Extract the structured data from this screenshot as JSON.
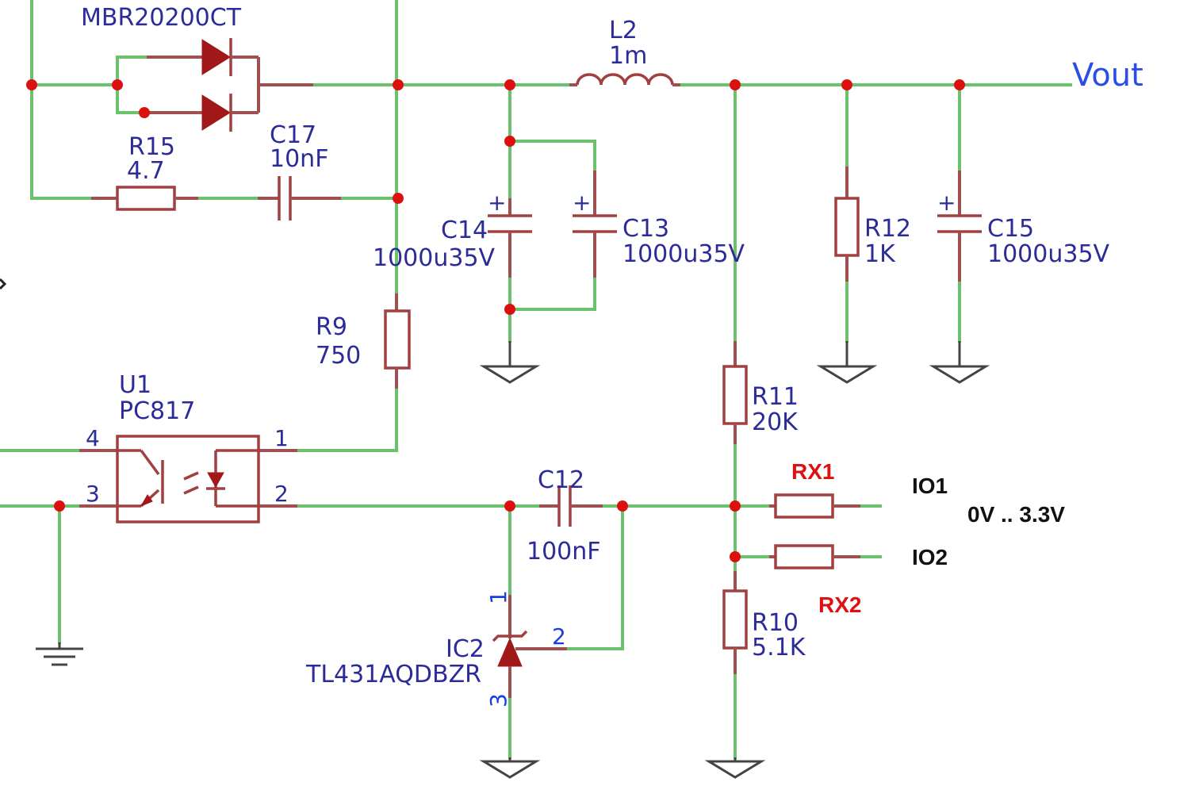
{
  "labels": {
    "d1": "MBR20200CT",
    "l2_name": "L2",
    "l2_value": "1m",
    "vout": "Vout",
    "r15_name": "R15",
    "r15_value": "4.7",
    "c17_name": "C17",
    "c17_value": "10nF",
    "c14_name": "C14",
    "c14_value": "1000u35V",
    "c13_name": "C13",
    "c13_value": "1000u35V",
    "r12_name": "R12",
    "r12_value": "1K",
    "c15_name": "C15",
    "c15_value": "1000u35V",
    "r9_name": "R9",
    "r9_value": "750",
    "u1_name": "U1",
    "u1_value": "PC817",
    "r11_name": "R11",
    "r11_value": "20K",
    "c12_name": "C12",
    "c12_value": "100nF",
    "ic2_name": "IC2",
    "ic2_value": "TL431AQDBZR",
    "r10_name": "R10",
    "r10_value": "5.1K",
    "rx1": "RX1",
    "rx2": "RX2",
    "io1": "IO1",
    "io2": "IO2",
    "range": "0V .. 3.3V"
  },
  "pins": {
    "u1_p4": "4",
    "u1_p3": "3",
    "u1_p1": "1",
    "u1_p2": "2",
    "ic2_p1": "1",
    "ic2_p2": "2",
    "ic2_p3": "3"
  },
  "colors": {
    "wire": "#6cc26c",
    "component": "#a04040",
    "label": "#2b2b99",
    "junction": "#dd1010",
    "annotation_red": "#e01010"
  }
}
